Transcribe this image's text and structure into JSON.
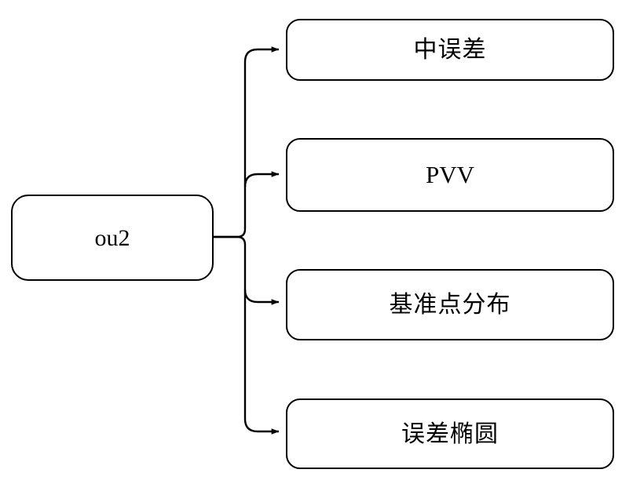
{
  "diagram": {
    "type": "tree-branch-diagram",
    "orientation": "left-to-right",
    "root": {
      "label": "ou2",
      "shape": "rounded-rectangle"
    },
    "branches": [
      {
        "label": "中误差",
        "shape": "rounded-rectangle",
        "connector": "elbow-arrow"
      },
      {
        "label": "PVV",
        "shape": "rounded-rectangle",
        "connector": "elbow-arrow"
      },
      {
        "label": "基准点分布",
        "shape": "rounded-rectangle",
        "connector": "elbow-arrow"
      },
      {
        "label": "误差椭圆",
        "shape": "rounded-rectangle",
        "connector": "elbow-arrow"
      }
    ],
    "style": {
      "stroke_color": "#000000",
      "fill_color": "#ffffff",
      "background_color": "#ffffff",
      "stroke_width": "2"
    }
  }
}
